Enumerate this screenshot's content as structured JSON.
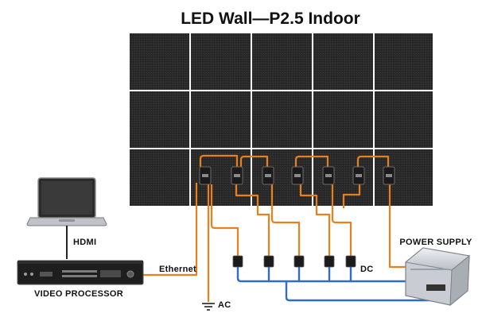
{
  "title": "LED Wall—P2.5 Indoor",
  "labels": {
    "hdmi": "HDMI",
    "ethernet": "Ethernet",
    "video_processor": "VIDEO PROCESSOR",
    "power_supply": "POWER SUPPLY",
    "dc": "DC",
    "ac": "AC"
  },
  "wall": {
    "rows": 3,
    "cols": 5
  },
  "colors": {
    "panel": "#262626",
    "panel_border": "#ffffff",
    "data_cable": "#e8801e",
    "power_cable": "#2f6ec6",
    "device_dark": "#1e1e1e",
    "psu_body": "#d9dde2"
  },
  "icons": [
    "laptop-icon",
    "video-processor-icon",
    "power-supply-icon",
    "ground-icon",
    "receiving-card-icon",
    "power-connector-icon"
  ]
}
